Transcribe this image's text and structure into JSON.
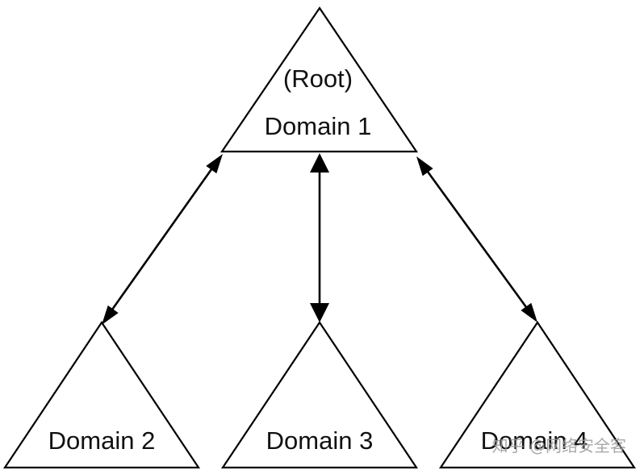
{
  "nodes": [
    {
      "id": "domain-1",
      "lines": [
        "(Root)",
        "Domain 1"
      ]
    },
    {
      "id": "domain-2",
      "lines": [
        "Domain 2"
      ]
    },
    {
      "id": "domain-3",
      "lines": [
        "Domain 3"
      ]
    },
    {
      "id": "domain-4",
      "lines": [
        "Domain 4"
      ]
    }
  ],
  "edges": [
    {
      "from": "domain-1",
      "to": "domain-2",
      "bidirectional": true
    },
    {
      "from": "domain-1",
      "to": "domain-3",
      "bidirectional": true
    },
    {
      "from": "domain-1",
      "to": "domain-4",
      "bidirectional": true
    }
  ],
  "watermark": "知乎 @网络安全客",
  "colors": {
    "stroke": "#000000",
    "background": "#ffffff"
  }
}
